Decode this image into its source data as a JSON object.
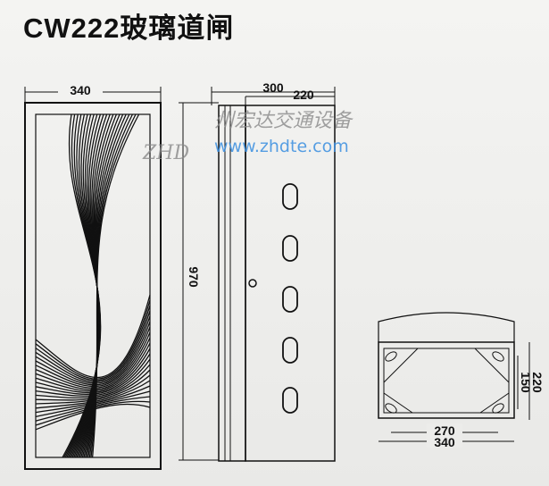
{
  "title": "CW222玻璃道闸",
  "front_view": {
    "width_label": "340",
    "height_label": "970"
  },
  "side_view": {
    "depth_label": "300",
    "inner_label": "220"
  },
  "top_view": {
    "outer_width_label": "340",
    "inner_width_label": "270",
    "outer_depth_label": "220",
    "inner_depth_label": "150"
  },
  "watermark": {
    "company": "州宏达交通设备",
    "logo_text": "ZHD",
    "url": "www.zhdte.com"
  }
}
